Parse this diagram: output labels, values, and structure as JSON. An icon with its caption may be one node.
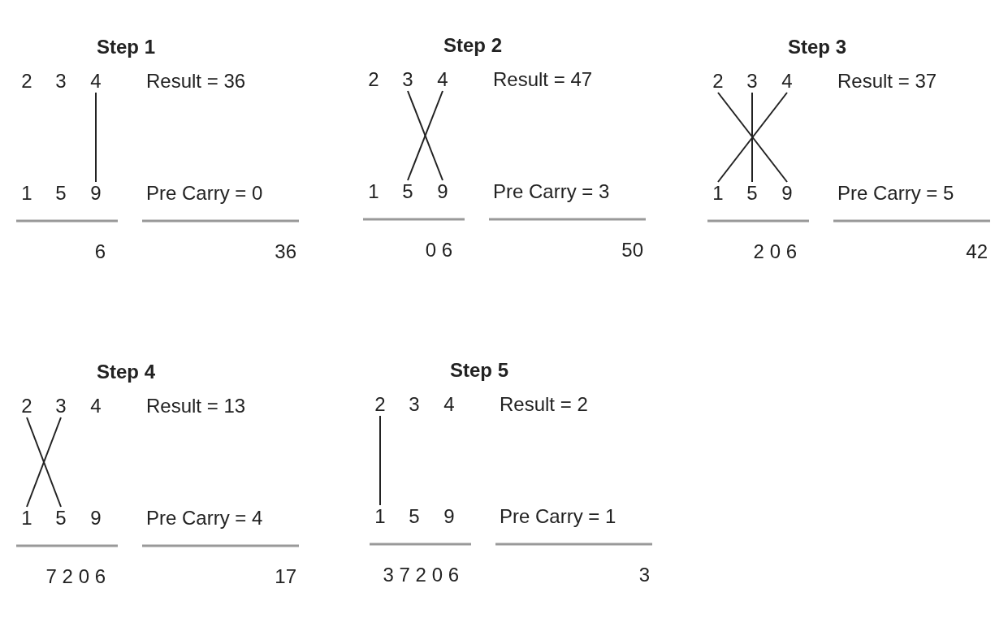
{
  "diagram": {
    "nodes": [
      {
        "text": [
          "4"
        ]
      },
      {
        "text": [
          "9"
        ]
      },
      {
        "text": [
          "3"
        ]
      },
      {
        "text": [
          "4"
        ]
      },
      {
        "text": [
          "5"
        ]
      },
      {
        "text": [
          "9"
        ]
      },
      {
        "text": [
          "2"
        ]
      },
      {
        "text": [
          "3"
        ]
      },
      {
        "text": [
          "4"
        ]
      },
      {
        "text": [
          "1"
        ]
      },
      {
        "text": [
          "5"
        ]
      },
      {
        "text": [
          "9"
        ]
      },
      {
        "text": [
          "2"
        ]
      },
      {
        "text": [
          "3"
        ]
      },
      {
        "text": [
          "1"
        ]
      },
      {
        "text": [
          "5"
        ]
      },
      {
        "text": [
          "2"
        ]
      },
      {
        "text": [
          "1"
        ]
      }
    ],
    "edges": [
      {
        "from": 0,
        "to": 1,
        "arrow": "none"
      },
      {
        "from": 2,
        "to": 5,
        "arrow": "none"
      },
      {
        "from": 3,
        "to": 4,
        "arrow": "none"
      },
      {
        "from": 6,
        "to": 11,
        "arrow": "none"
      },
      {
        "from": 7,
        "to": 10,
        "arrow": "none"
      },
      {
        "from": 8,
        "to": 9,
        "arrow": "none"
      },
      {
        "from": 12,
        "to": 15,
        "arrow": "none"
      },
      {
        "from": 13,
        "to": 14,
        "arrow": "none"
      },
      {
        "from": 16,
        "to": 17,
        "arrow": "none"
      }
    ],
    "labels": [
      "Step 1",
      "2",
      "3",
      "Result = 36",
      "1",
      "5",
      "Pre Carry = 0",
      "6",
      "36",
      "Step 2",
      "2",
      "Result = 47",
      "1",
      "Pre Carry = 3",
      "0 6",
      "50",
      "Step 3",
      "Result = 37",
      "Pre Carry = 5",
      "2 0 6",
      "42",
      "Step 4",
      "4",
      "Result = 13",
      "9",
      "Pre Carry = 4",
      "7 2 0 6",
      "17",
      "Step 5",
      "3",
      "4",
      "Result = 2",
      "5",
      "9",
      "Pre Carry = 1",
      "3 7 2 0 6",
      "3"
    ]
  }
}
